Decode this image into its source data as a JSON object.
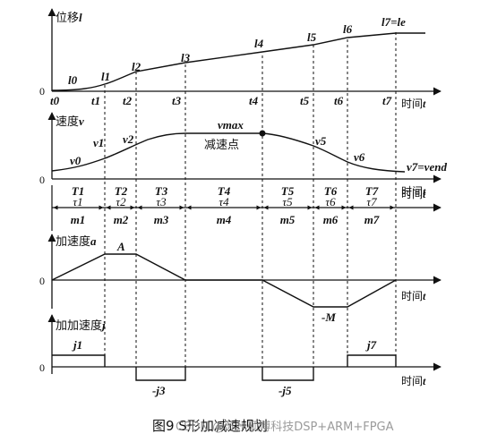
{
  "caption": {
    "text": "图9  S形加减速规划",
    "watermark": "CSDN @苏州硕博科技DSP+ARM+FPGA"
  },
  "position_panel": {
    "y_label_cn": "位移",
    "y_label_sym": "l",
    "x_label_cn": "时间",
    "x_label_sym": "t",
    "zero": "0",
    "point_labels": [
      "l0",
      "l1",
      "l2",
      "l3",
      "l4",
      "l5",
      "l6",
      "l7=le"
    ],
    "time_labels": [
      "t0",
      "t1",
      "t2",
      "t3",
      "t4",
      "t5",
      "t6",
      "t7"
    ]
  },
  "velocity_panel": {
    "y_label_cn": "速度",
    "y_label_sym": "v",
    "x_label_cn": "时间",
    "x_label_sym": "t",
    "zero": "0",
    "labels": {
      "v0": "v0",
      "v1": "v1",
      "v2": "v2",
      "vmax": "vmax",
      "decel_point": "减速点",
      "v5": "v5",
      "v6": "v6",
      "v7": "v7=vend"
    }
  },
  "segment_table": {
    "x_label_cn": "时间",
    "x_label_sym": "t",
    "T": [
      "T1",
      "T2",
      "T3",
      "T4",
      "T5",
      "T6",
      "T7"
    ],
    "tau": [
      "τ1",
      "τ2",
      "τ3",
      "τ4",
      "τ5",
      "τ6",
      "τ7"
    ],
    "m": [
      "m1",
      "m2",
      "m3",
      "m4",
      "m5",
      "m6",
      "m7"
    ]
  },
  "acceleration_panel": {
    "y_label_cn": "加速度",
    "y_label_sym": "a",
    "x_label_cn": "时间",
    "x_label_sym": "t",
    "zero": "0",
    "peak": "A",
    "trough": "-M"
  },
  "jerk_panel": {
    "y_label_cn": "加加速度",
    "y_label_sym": "j",
    "x_label_cn": "时间",
    "x_label_sym": "t",
    "zero": "0",
    "labels": {
      "j1": "j1",
      "j3": "-j3",
      "j5": "-j5",
      "j7": "j7"
    }
  }
}
